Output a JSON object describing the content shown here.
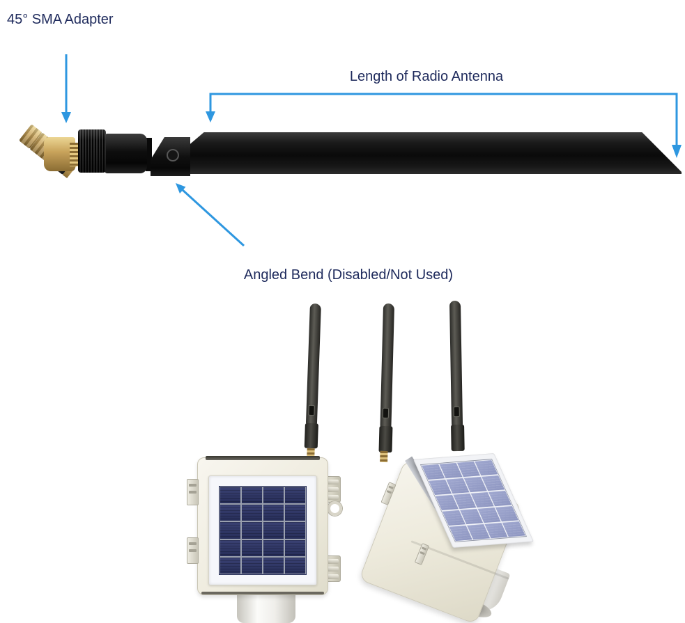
{
  "labels": {
    "sma_adapter": "45° SMA Adapter",
    "antenna_length": "Length of Radio Antenna",
    "angled_bend": "Angled Bend (Disabled/Not Used)"
  },
  "colors": {
    "annotation": "#2e97e0",
    "label_text": "#1e2a5c",
    "antenna_black": "#141414",
    "brass": "#c9a45c",
    "enclosure_cream": "#efecdf",
    "solar_panel_dark": "#2d3464",
    "solar_panel_light": "#959cc7"
  },
  "figure": {
    "devices": [
      {
        "name": "solar-node-front-view",
        "antennas": 1,
        "solar_grid": {
          "cols": 4,
          "rows": 5
        }
      },
      {
        "name": "solar-node-angled-view",
        "antennas": 2,
        "solar_grid": {
          "cols": 4,
          "rows": 5
        }
      }
    ]
  }
}
